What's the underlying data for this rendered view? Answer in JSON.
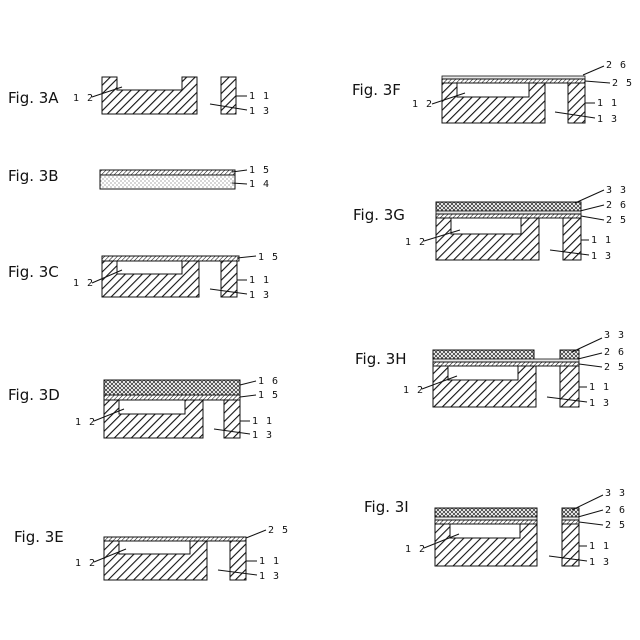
{
  "figures": [
    {
      "id": "3A",
      "label": "Fig. 3A",
      "refs": [
        "1 2",
        "1 1",
        "1 3"
      ]
    },
    {
      "id": "3B",
      "label": "Fig. 3B",
      "refs": [
        "1 5",
        "1 4"
      ]
    },
    {
      "id": "3C",
      "label": "Fig. 3C",
      "refs": [
        "1 5",
        "1 2",
        "1 1",
        "1 3"
      ]
    },
    {
      "id": "3D",
      "label": "Fig. 3D",
      "refs": [
        "1 6",
        "1 5",
        "1 2",
        "1 1",
        "1 3"
      ]
    },
    {
      "id": "3E",
      "label": "Fig. 3E",
      "refs": [
        "2 5",
        "1 2",
        "1 1",
        "1 3"
      ]
    },
    {
      "id": "3F",
      "label": "Fig. 3F",
      "refs": [
        "2 6",
        "2 5",
        "1 2",
        "1 1",
        "1 3"
      ]
    },
    {
      "id": "3G",
      "label": "Fig. 3G",
      "refs": [
        "3 3",
        "2 6",
        "2 5",
        "1 2",
        "1 1",
        "1 3"
      ]
    },
    {
      "id": "3H",
      "label": "Fig. 3H",
      "refs": [
        "3 3",
        "2 6",
        "2 5",
        "1 2",
        "1 1",
        "1 3"
      ]
    },
    {
      "id": "3I",
      "label": "Fig. 3I",
      "refs": [
        "3 3",
        "2 6",
        "2 5",
        "1 2",
        "1 1",
        "1 3"
      ]
    }
  ]
}
